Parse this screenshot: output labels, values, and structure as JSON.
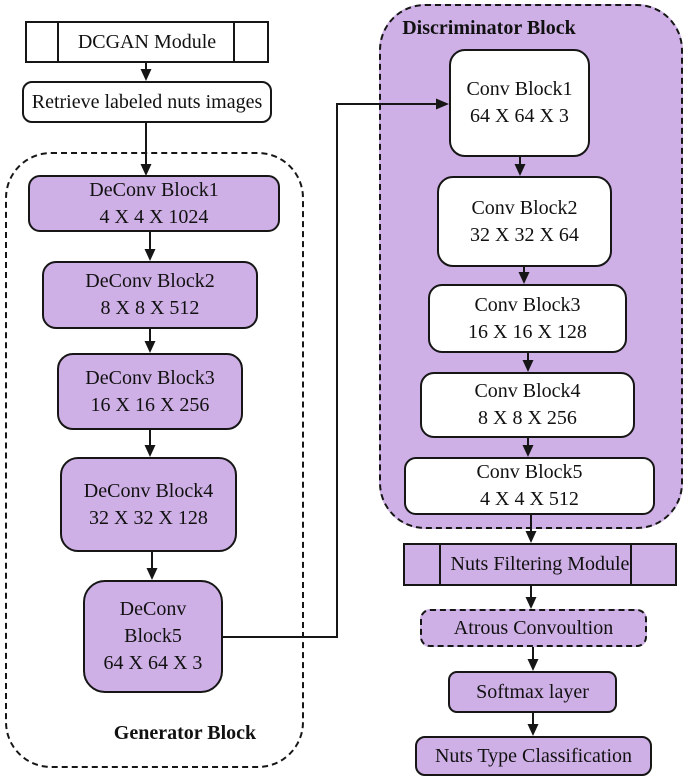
{
  "colors": {
    "node_purple": "#CFB0E6",
    "node_white": "#FFFFFF",
    "line_black": "#161616"
  },
  "dcgan": {
    "label": "DCGAN Module"
  },
  "retrieve": {
    "label": "Retrieve labeled nuts images"
  },
  "generator": {
    "title": "Generator Block",
    "blocks": [
      {
        "name": "DeConv Block1",
        "dims": "4 X 4 X 1024"
      },
      {
        "name": "DeConv Block2",
        "dims": "8 X 8 X 512"
      },
      {
        "name": "DeConv Block3",
        "dims": "16 X 16 X 256"
      },
      {
        "name": "DeConv Block4",
        "dims": "32 X 32 X 128"
      },
      {
        "line1": "DeConv",
        "line2": "Block5",
        "dims": "64 X 64 X 3"
      }
    ]
  },
  "discriminator": {
    "title": "Discriminator Block",
    "blocks": [
      {
        "name": "Conv Block1",
        "dims": "64 X 64 X 3"
      },
      {
        "name": "Conv Block2",
        "dims": "32 X 32 X 64"
      },
      {
        "name": "Conv Block3",
        "dims": "16 X 16 X 128"
      },
      {
        "name": "Conv Block4",
        "dims": "8 X 8 X 256"
      },
      {
        "name": "Conv Block5",
        "dims": "4 X 4 X 512"
      }
    ]
  },
  "pipeline": {
    "filtering": {
      "label": "Nuts Filtering Module"
    },
    "atrous": {
      "label": "Atrous Convoultion"
    },
    "softmax": {
      "label": "Softmax layer"
    },
    "classification": {
      "label": "Nuts Type Classification"
    }
  }
}
